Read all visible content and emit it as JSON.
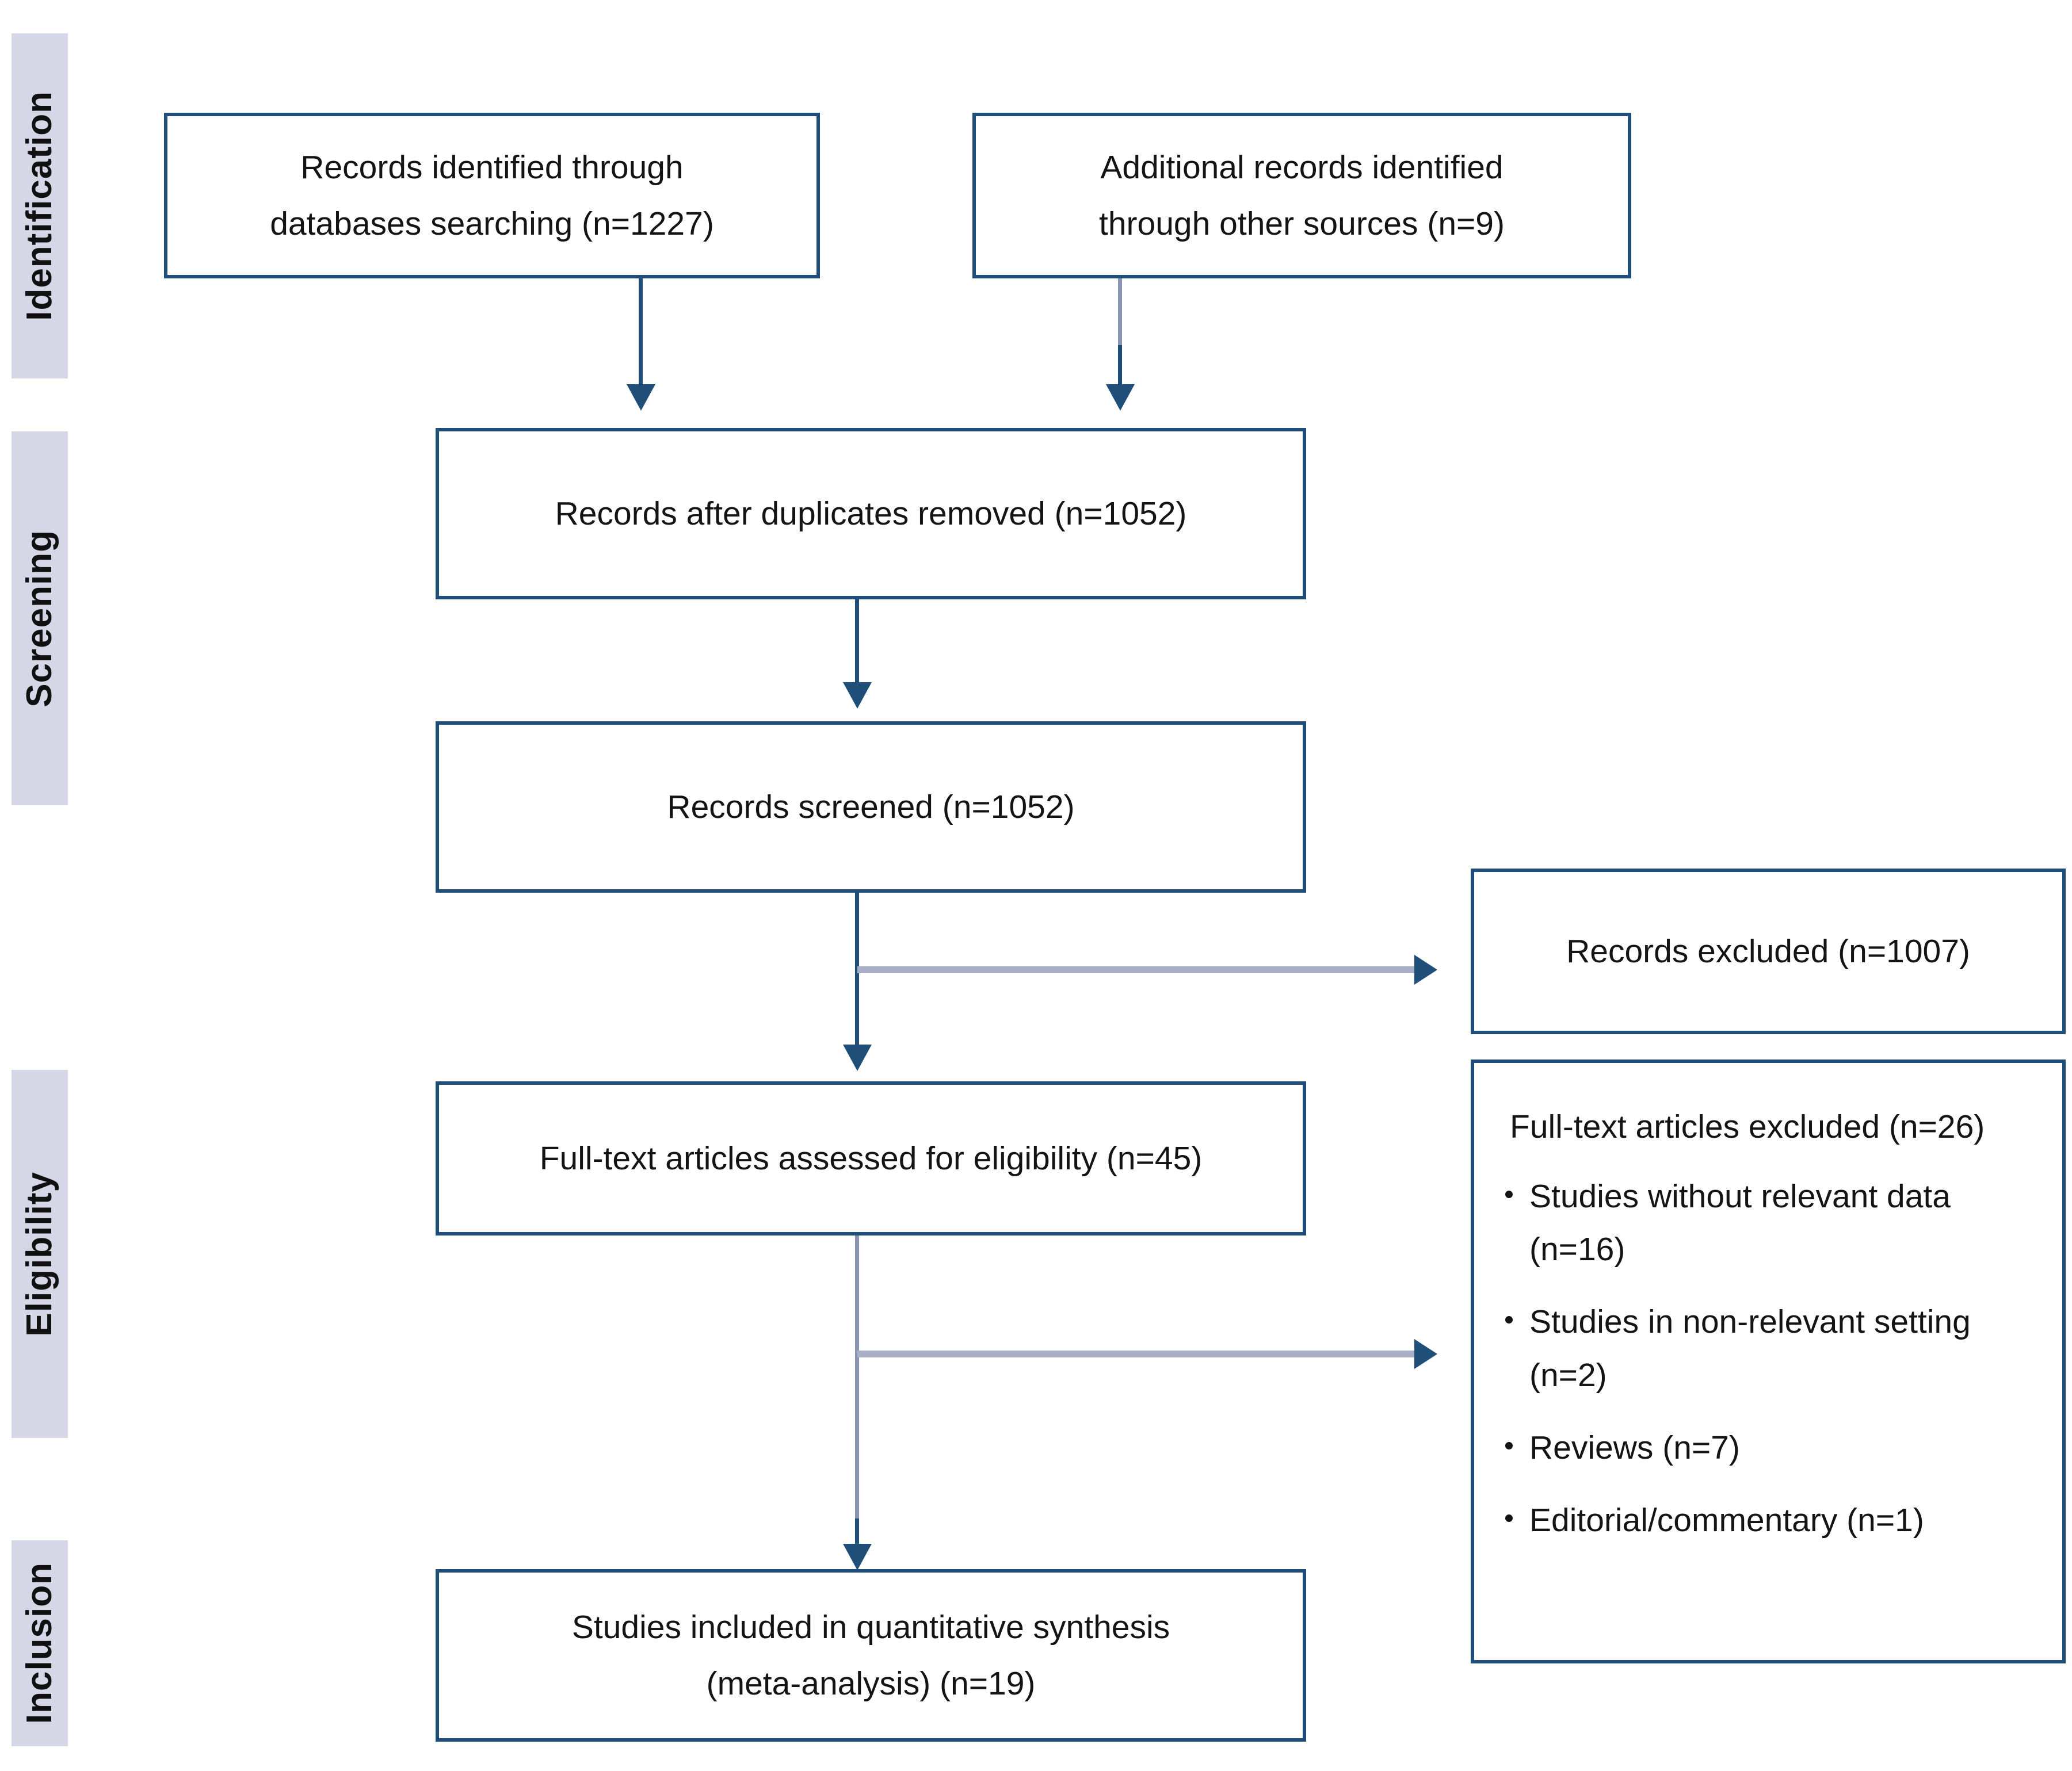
{
  "diagram": {
    "title": "PRISMA flow diagram",
    "accent_color": "#1f4e79",
    "band_color": "#d5d6e6",
    "connector_light_color": "#a8afc6"
  },
  "stages": [
    {
      "id": "identification",
      "label": "Identification"
    },
    {
      "id": "screening",
      "label": "Screening"
    },
    {
      "id": "eligibility",
      "label": "Eligibility"
    },
    {
      "id": "inclusion",
      "label": "Inclusion"
    }
  ],
  "boxes": {
    "records_databases": {
      "line1": "Records identified through",
      "line2": "databases searching (n=1227)",
      "count": 1227
    },
    "records_other_sources": {
      "line1": "Additional records identified",
      "line2": "through other sources (n=9)",
      "count": 9
    },
    "after_duplicates": {
      "text": "Records after duplicates removed (n=1052)",
      "count": 1052
    },
    "records_screened": {
      "text": "Records screened (n=1052)",
      "count": 1052
    },
    "records_excluded": {
      "text": "Records excluded (n=1007)",
      "count": 1007
    },
    "fulltext_assessed": {
      "text": "Full-text articles assessed for eligibility (n=45)",
      "count": 45
    },
    "fulltext_excluded": {
      "title": "Full-text articles excluded (n=26)",
      "count": 26,
      "reasons": [
        {
          "label": "Studies without relevant data (n=16)",
          "count": 16
        },
        {
          "label": "Studies in non-relevant setting (n=2)",
          "count": 2
        },
        {
          "label": "Reviews (n=7)",
          "count": 7
        },
        {
          "label": "Editorial/commentary (n=1)",
          "count": 1
        }
      ]
    },
    "studies_included": {
      "line1": "Studies included in quantitative synthesis",
      "line2": "(meta-analysis) (n=19)",
      "count": 19
    }
  }
}
